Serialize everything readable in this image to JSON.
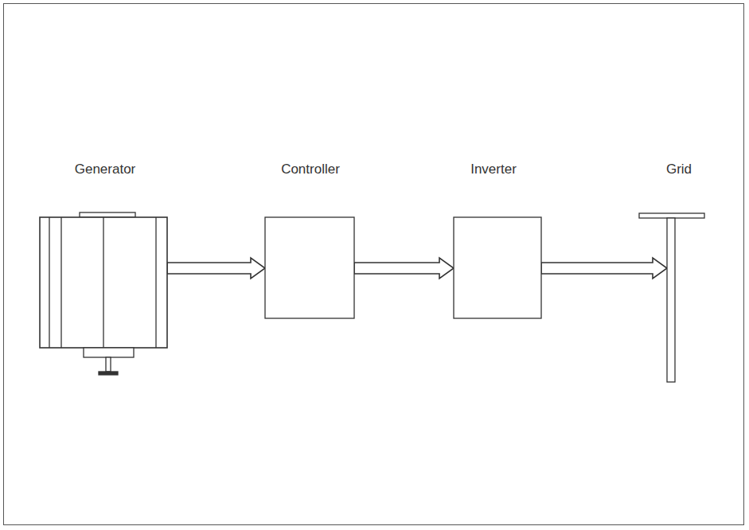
{
  "diagram": {
    "nodes": [
      {
        "text": [
          "Generator"
        ]
      },
      {
        "text": [
          "Controller"
        ]
      },
      {
        "text": [
          "Inverter"
        ]
      },
      {
        "text": [
          "Grid"
        ]
      }
    ],
    "edges": [
      {
        "from": 0,
        "to": 1,
        "arrow": "to"
      },
      {
        "from": 1,
        "to": 2,
        "arrow": "to"
      },
      {
        "from": 2,
        "to": 3,
        "arrow": "to"
      }
    ]
  }
}
